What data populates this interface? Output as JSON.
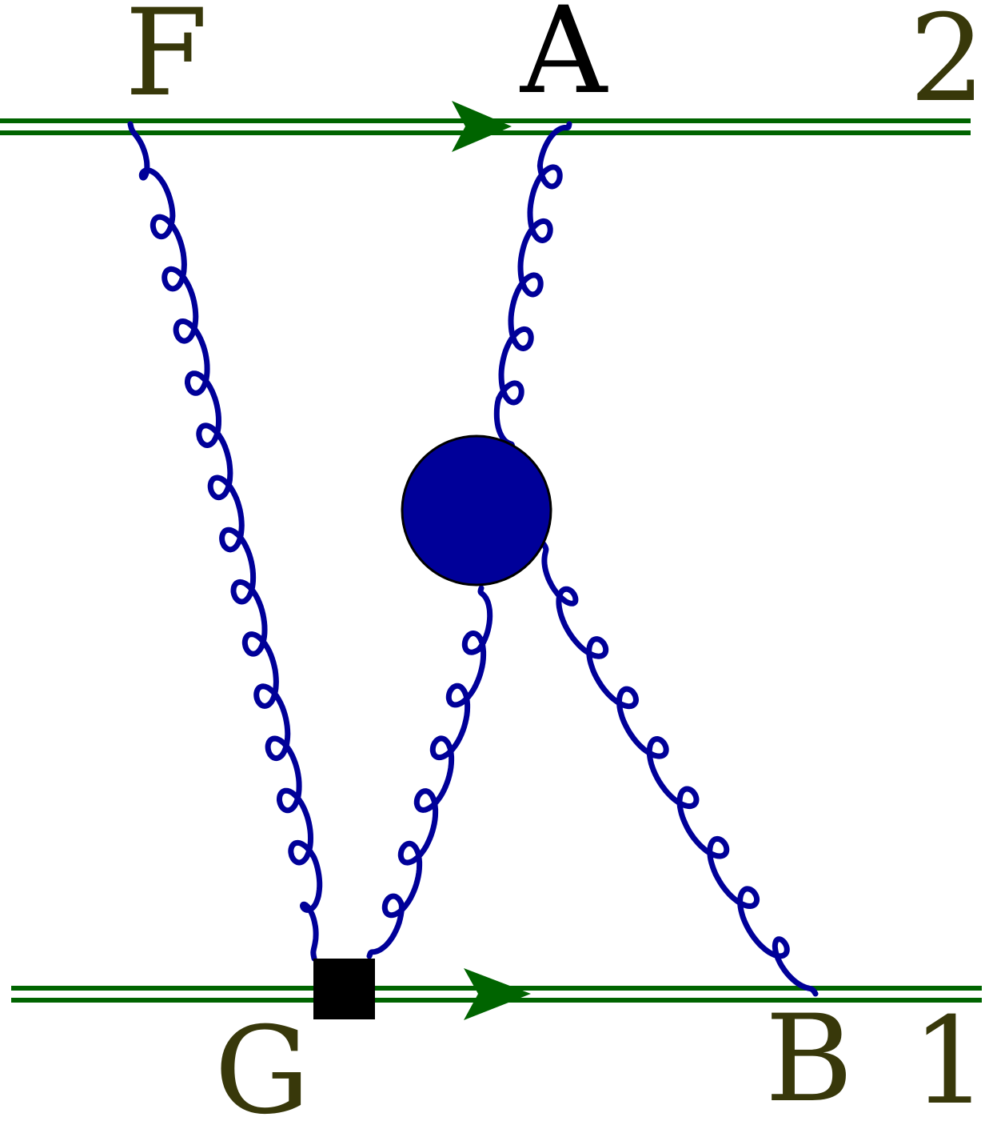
{
  "labels": {
    "f": "F",
    "a": "A",
    "two": "2",
    "g": "G",
    "b": "B",
    "one": "1"
  },
  "colors": {
    "wilson_line": "#006400",
    "gluon": "#000099",
    "blob": "#000099",
    "vertex": "#000000",
    "label_dark_olive": "#38380a",
    "label_black": "#000000"
  }
}
